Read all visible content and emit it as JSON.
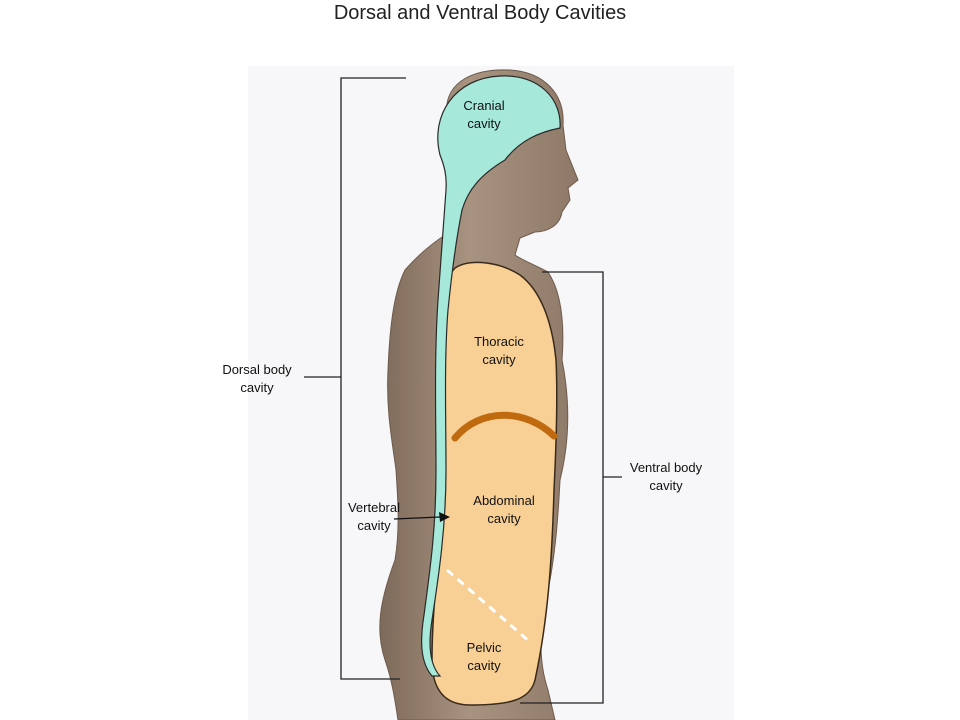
{
  "title": "Dorsal and Ventral Body Cavities",
  "labels": {
    "cranial": "Cranial\ncavity",
    "thoracic": "Thoracic\ncavity",
    "abdominal": "Abdominal\ncavity",
    "pelvic": "Pelvic\ncavity",
    "vertebral": "Vertebral\ncavity",
    "dorsal": "Dorsal body\ncavity",
    "ventral": "Ventral body\ncavity"
  },
  "colors": {
    "panel_bg": "#f7f7f9",
    "skin": "#a48c78",
    "skin_dark": "#7a6656",
    "dorsal_cavity": "#a6e8da",
    "ventral_cavity": "#f8cf94",
    "diaphragm": "#c06a10",
    "bracket": "#222222"
  }
}
